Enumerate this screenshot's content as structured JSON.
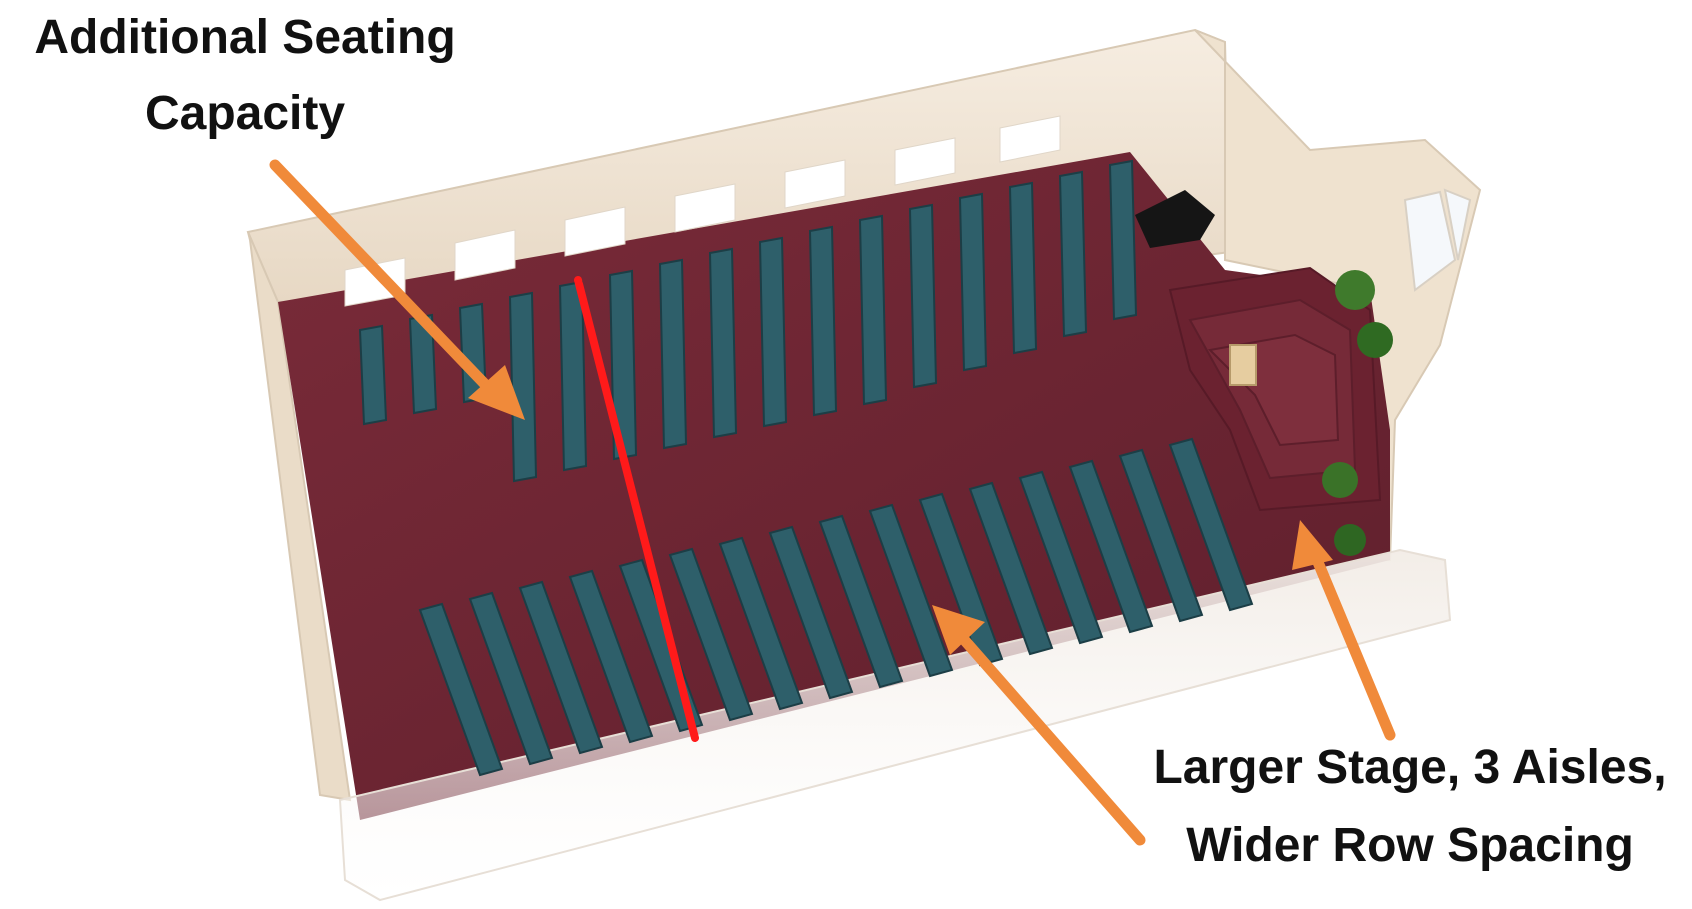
{
  "annotations": {
    "top_line1": "Additional Seating",
    "top_line2": "Capacity",
    "bottom_line1": "Larger Stage, 3 Aisles,",
    "bottom_line2": "Wider Row Spacing"
  },
  "colors": {
    "carpet": "#6e2633",
    "wall": "#efe3d3",
    "chair": "#2e5f6a",
    "arrow": "#f08a3a",
    "divider_line": "#ff1a1a",
    "text": "#111111"
  },
  "scene": {
    "rows_upper_section": 16,
    "rows_lower_section": 16,
    "aisles": 3
  }
}
